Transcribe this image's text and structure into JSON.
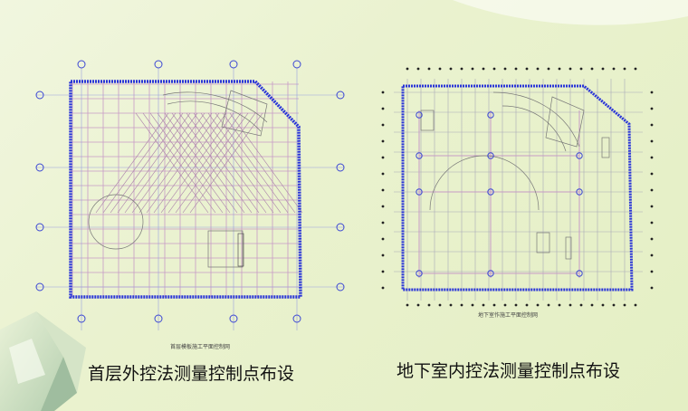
{
  "left_plan": {
    "caption": "首层外控法测量控制点布设",
    "drawing_title": "首层模板施工平面控制网"
  },
  "right_plan": {
    "caption": "地下室内控法测量控制点布设",
    "drawing_title": "地下室作施工平面控制网"
  },
  "colors": {
    "boundary": "#2a35d8",
    "grid": "#c79ac6",
    "axis_marker": "#3b47d4"
  },
  "icons": [
    "glass-building-decoration",
    "swoosh-decoration"
  ]
}
